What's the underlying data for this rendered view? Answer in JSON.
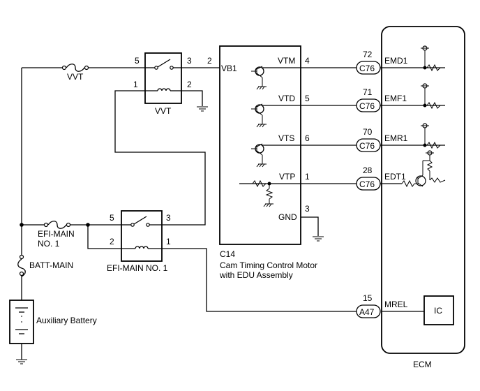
{
  "wiring": {
    "fuses": {
      "vvt": "VVT",
      "efi_main_line1": "EFI-MAIN",
      "efi_main_line2": "NO. 1",
      "batt_main": "BATT-MAIN"
    },
    "relays": {
      "vvt": {
        "name": "VVT",
        "pins": {
          "p5": "5",
          "p3": "3",
          "p1": "1",
          "p2": "2"
        }
      },
      "efi_main": {
        "name": "EFI-MAIN NO. 1",
        "pins": {
          "p5": "5",
          "p3": "3",
          "p2": "2",
          "p1": "1"
        }
      }
    },
    "battery": {
      "label": "Auxiliary Battery"
    },
    "motor_unit": {
      "code": "C14",
      "name_line1": "Cam Timing Control Motor",
      "name_line2": "with EDU Assembly",
      "input_pin": "2",
      "input_label": "VB1",
      "gnd_pin": "3",
      "gnd_label": "GND",
      "terminals": [
        {
          "label": "VTM",
          "pin": "4"
        },
        {
          "label": "VTD",
          "pin": "5"
        },
        {
          "label": "VTS",
          "pin": "6"
        },
        {
          "label": "VTP",
          "pin": "1"
        }
      ]
    },
    "ecm": {
      "name": "ECM",
      "ic_label": "IC",
      "signals": [
        {
          "label": "EMD1",
          "connector": "C76",
          "pin": "72"
        },
        {
          "label": "EMF1",
          "connector": "C76",
          "pin": "71"
        },
        {
          "label": "EMR1",
          "connector": "C76",
          "pin": "70"
        },
        {
          "label": "EDT1",
          "connector": "C76",
          "pin": "28"
        }
      ],
      "mrel": {
        "label": "MREL",
        "connector": "A47",
        "pin": "15"
      }
    }
  }
}
